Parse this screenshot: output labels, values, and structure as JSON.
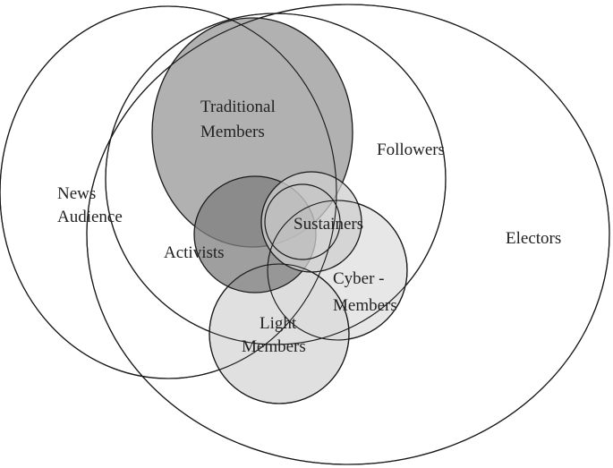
{
  "labels": {
    "traditional_members_line1": "Traditional",
    "traditional_members_line2": "Members",
    "followers": "Followers",
    "news_audience_line1": "News",
    "news_audience_line2": "Audience",
    "sustainers": "Sustainers",
    "activists": "Activists",
    "electors": "Electors",
    "cyber_members_line1": "Cyber -",
    "cyber_members_line2": "Members",
    "light_members_line1": "Light",
    "light_members_line2": "Members"
  },
  "colors": {
    "outline": "#1a1a1a",
    "traditional_members_fill": "#a9a9a9",
    "activists_fill": "#7f7f7f",
    "light_members_fill": "#dadada",
    "sustainers_fill": "#cfcfcf",
    "cyber_members_fill": "#e4e4e4",
    "background": "#ffffff"
  }
}
